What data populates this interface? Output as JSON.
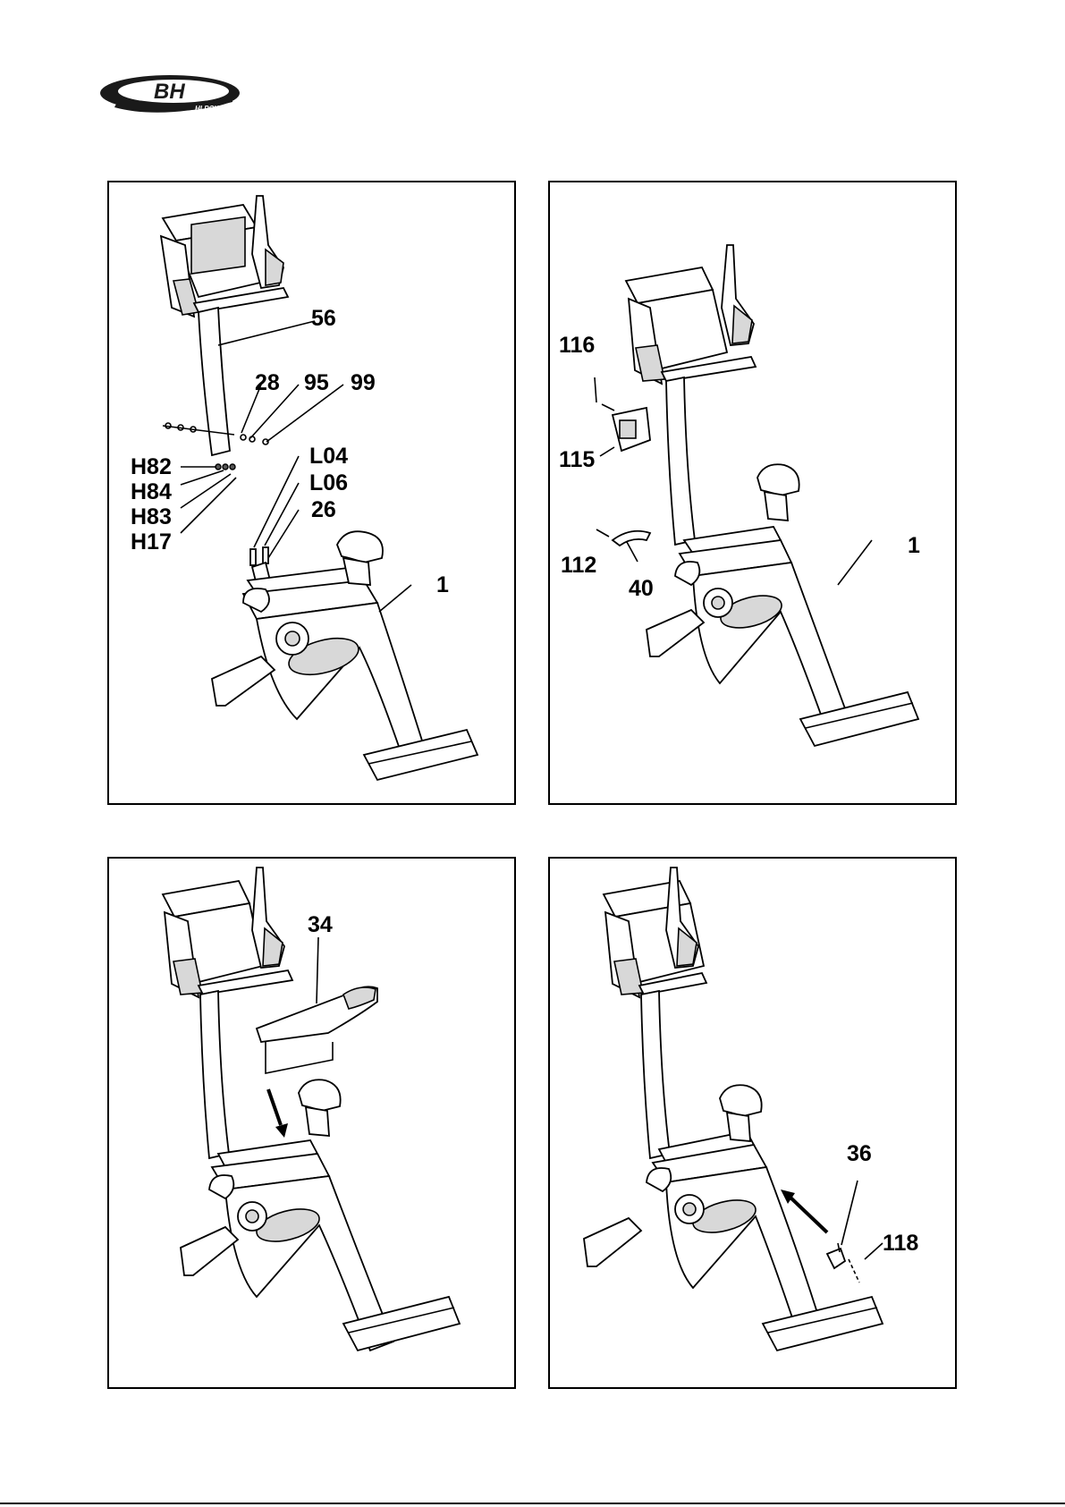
{
  "logo": {
    "brand": "BH",
    "tagline": "HI POWER"
  },
  "panels": [
    {
      "id": "step-1",
      "callouts": [
        {
          "text": "56"
        },
        {
          "text": "28"
        },
        {
          "text": "95"
        },
        {
          "text": "99"
        },
        {
          "text": "H82"
        },
        {
          "text": "H84"
        },
        {
          "text": "H83"
        },
        {
          "text": "H17"
        },
        {
          "text": "L04"
        },
        {
          "text": "L06"
        },
        {
          "text": "26"
        },
        {
          "text": "1"
        }
      ]
    },
    {
      "id": "step-2",
      "callouts": [
        {
          "text": "116"
        },
        {
          "text": "115"
        },
        {
          "text": "112"
        },
        {
          "text": "40"
        },
        {
          "text": "1"
        }
      ]
    },
    {
      "id": "step-3",
      "callouts": [
        {
          "text": "34"
        }
      ]
    },
    {
      "id": "step-4",
      "callouts": [
        {
          "text": "36"
        },
        {
          "text": "118"
        }
      ]
    }
  ]
}
